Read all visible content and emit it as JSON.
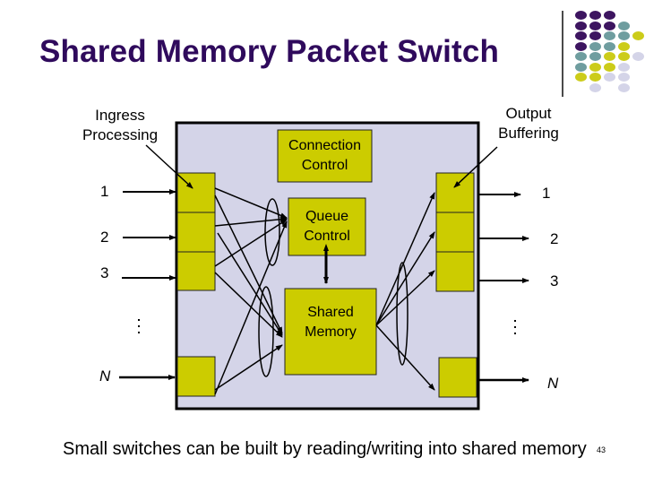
{
  "slide": {
    "title": "Shared Memory Packet Switch",
    "footer": "Small switches can be built by reading/writing into shared memory",
    "page_number": "43"
  },
  "colors": {
    "title": "#2f0a5c",
    "box_fill": "#cccc00",
    "switch_fill": "#d4d4e8",
    "deco_purple": "#3d1560",
    "deco_teal": "#6f9d9f",
    "deco_yellow": "#cccc1a",
    "deco_lavender": "#d4d4e8"
  },
  "decoration": {
    "dot_grid": [
      [
        "P",
        "P",
        "P",
        "",
        ""
      ],
      [
        "P",
        "P",
        "P",
        "T",
        ""
      ],
      [
        "P",
        "P",
        "T",
        "T",
        "Y"
      ],
      [
        "P",
        "T",
        "T",
        "Y",
        ""
      ],
      [
        "T",
        "T",
        "Y",
        "Y",
        "L"
      ],
      [
        "T",
        "Y",
        "Y",
        "L",
        ""
      ],
      [
        "Y",
        "Y",
        "L",
        "L",
        ""
      ],
      [
        "",
        "L",
        "",
        "L",
        ""
      ]
    ]
  },
  "diagram": {
    "ingress_label_line1": "Ingress",
    "ingress_label_line2": "Processing",
    "output_label_line1": "Output",
    "output_label_line2": "Buffering",
    "connection_control_line1": "Connection",
    "connection_control_line2": "Control",
    "queue_control_line1": "Queue",
    "queue_control_line2": "Control",
    "shared_memory_line1": "Shared",
    "shared_memory_line2": "Memory",
    "inputs": [
      "1",
      "2",
      "3",
      "N"
    ],
    "outputs": [
      "1",
      "2",
      "3",
      "N"
    ],
    "ellipsis": "⋮"
  }
}
